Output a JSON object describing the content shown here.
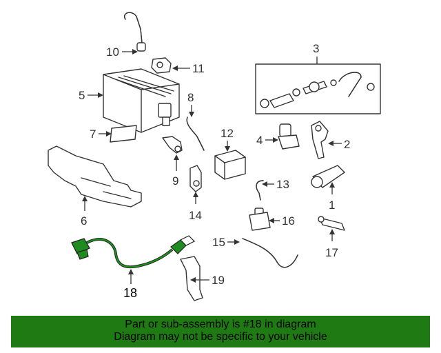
{
  "callouts": {
    "c1": "1",
    "c2": "2",
    "c3": "3",
    "c4": "4",
    "c5": "5",
    "c6": "6",
    "c7": "7",
    "c8": "8",
    "c9": "9",
    "c10": "10",
    "c11": "11",
    "c12": "12",
    "c13": "13",
    "c14": "14",
    "c15": "15",
    "c16": "16",
    "c17": "17",
    "c18": "18",
    "c19": "19"
  },
  "highlighted_part": "18",
  "colors": {
    "banner": "#1f7a14",
    "highlight_part": "#1e8c1e"
  },
  "banner": {
    "line1": "Part or sub-assembly is #18 in diagram",
    "line2": "Diagram may not be specific to your vehicle"
  }
}
